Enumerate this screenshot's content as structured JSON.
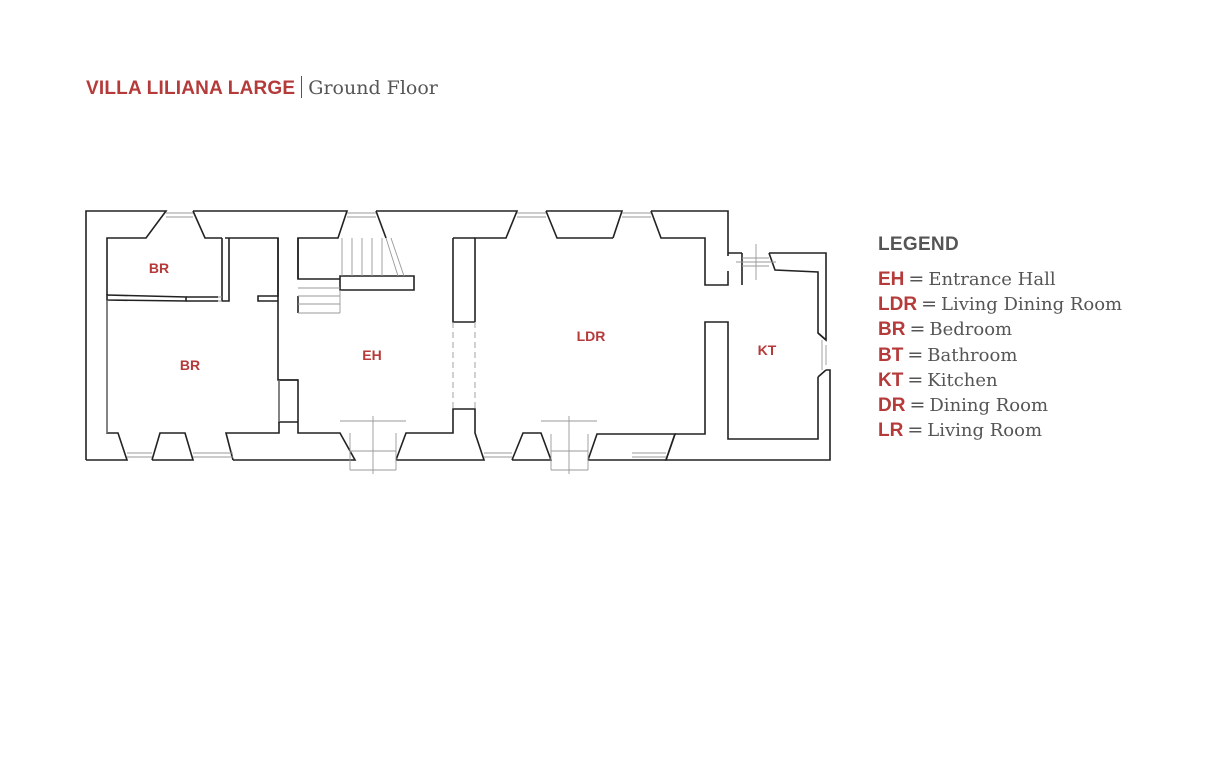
{
  "header": {
    "title_main": "VILLA LILIANA LARGE",
    "title_sub": "Ground Floor"
  },
  "rooms": {
    "br_small": "BR",
    "br_large": "BR",
    "eh": "EH",
    "ldr": "LDR",
    "kt": "KT"
  },
  "legend": {
    "title": "LEGEND",
    "equals": "=",
    "items": [
      {
        "abbr": "EH",
        "name": "Entrance Hall"
      },
      {
        "abbr": "LDR",
        "name": "Living Dining Room"
      },
      {
        "abbr": "BR",
        "name": "Bedroom"
      },
      {
        "abbr": "BT",
        "name": "Bathroom"
      },
      {
        "abbr": "KT",
        "name": "Kitchen"
      },
      {
        "abbr": "DR",
        "name": "Dining Room"
      },
      {
        "abbr": "LR",
        "name": "Living Room"
      }
    ]
  },
  "colors": {
    "accent": "#b53a3a",
    "text": "#555555",
    "wall": "#222222",
    "thin_line": "#999999"
  }
}
